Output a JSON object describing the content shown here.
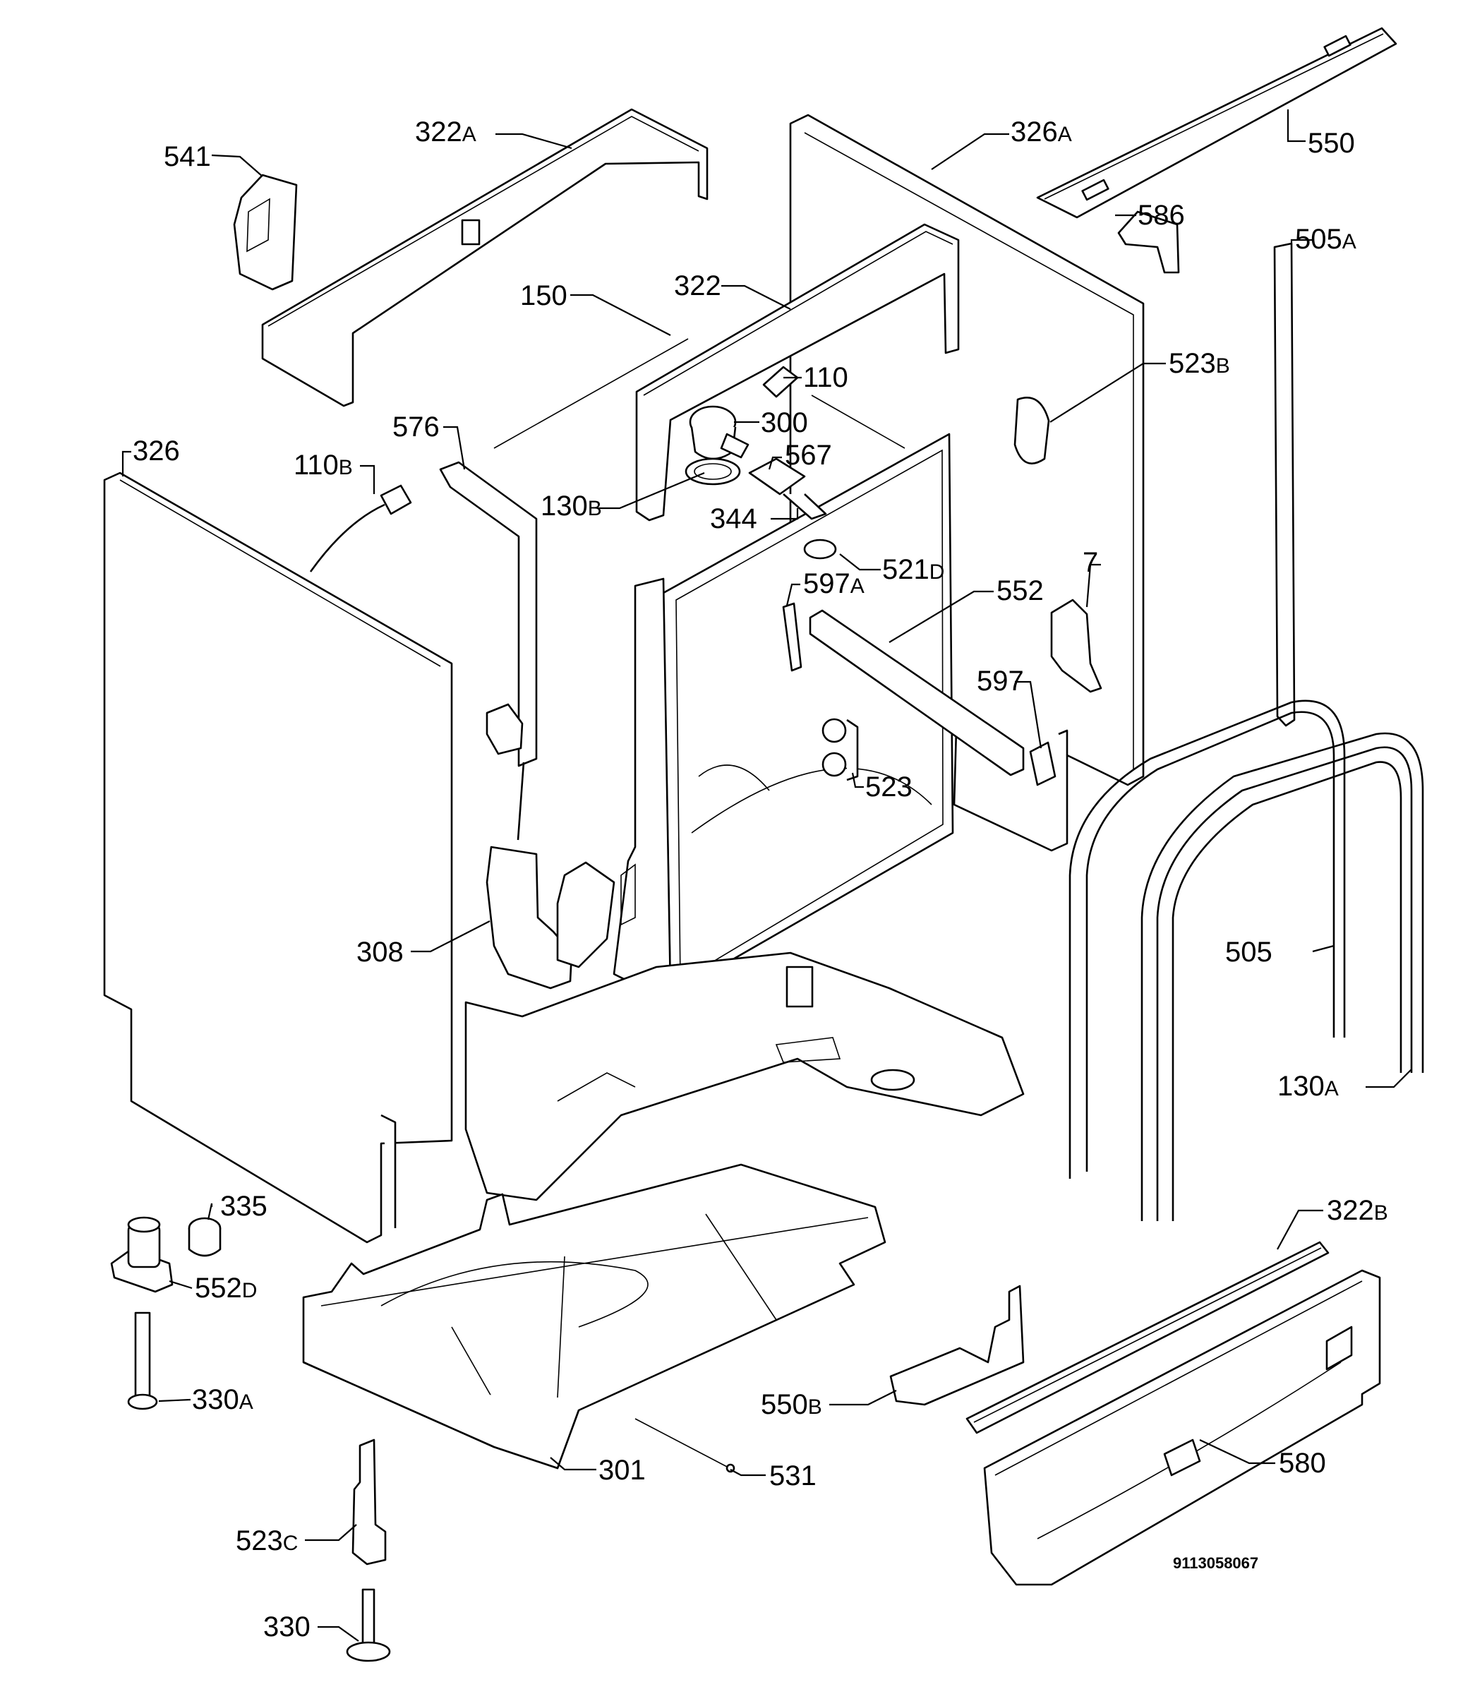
{
  "diagram": {
    "drawing_number": "9113058067",
    "labels": [
      {
        "id": "541",
        "num": "541",
        "suffix": ""
      },
      {
        "id": "322A",
        "num": "322",
        "suffix": "A"
      },
      {
        "id": "326A",
        "num": "326",
        "suffix": "A"
      },
      {
        "id": "550",
        "num": "550",
        "suffix": ""
      },
      {
        "id": "586",
        "num": "586",
        "suffix": ""
      },
      {
        "id": "505A",
        "num": "505",
        "suffix": "A"
      },
      {
        "id": "150",
        "num": "150",
        "suffix": ""
      },
      {
        "id": "322",
        "num": "322",
        "suffix": ""
      },
      {
        "id": "110",
        "num": "110",
        "suffix": ""
      },
      {
        "id": "523B",
        "num": "523",
        "suffix": "B"
      },
      {
        "id": "326",
        "num": "326",
        "suffix": ""
      },
      {
        "id": "576",
        "num": "576",
        "suffix": ""
      },
      {
        "id": "300",
        "num": "300",
        "suffix": ""
      },
      {
        "id": "110B",
        "num": "110",
        "suffix": "B"
      },
      {
        "id": "567",
        "num": "567",
        "suffix": ""
      },
      {
        "id": "130B",
        "num": "130",
        "suffix": "B"
      },
      {
        "id": "344",
        "num": "344",
        "suffix": ""
      },
      {
        "id": "521D",
        "num": "521",
        "suffix": "D"
      },
      {
        "id": "7",
        "num": "7",
        "suffix": ""
      },
      {
        "id": "597A",
        "num": "597",
        "suffix": "A"
      },
      {
        "id": "552",
        "num": "552",
        "suffix": ""
      },
      {
        "id": "597",
        "num": "597",
        "suffix": ""
      },
      {
        "id": "523",
        "num": "523",
        "suffix": ""
      },
      {
        "id": "308",
        "num": "308",
        "suffix": ""
      },
      {
        "id": "505",
        "num": "505",
        "suffix": ""
      },
      {
        "id": "130A",
        "num": "130",
        "suffix": "A"
      },
      {
        "id": "335",
        "num": "335",
        "suffix": ""
      },
      {
        "id": "322B",
        "num": "322",
        "suffix": "B"
      },
      {
        "id": "552D",
        "num": "552",
        "suffix": "D"
      },
      {
        "id": "330A",
        "num": "330",
        "suffix": "A"
      },
      {
        "id": "550B",
        "num": "550",
        "suffix": "B"
      },
      {
        "id": "580",
        "num": "580",
        "suffix": ""
      },
      {
        "id": "301",
        "num": "301",
        "suffix": ""
      },
      {
        "id": "531",
        "num": "531",
        "suffix": ""
      },
      {
        "id": "523C",
        "num": "523",
        "suffix": "C"
      },
      {
        "id": "330",
        "num": "330",
        "suffix": ""
      }
    ]
  }
}
